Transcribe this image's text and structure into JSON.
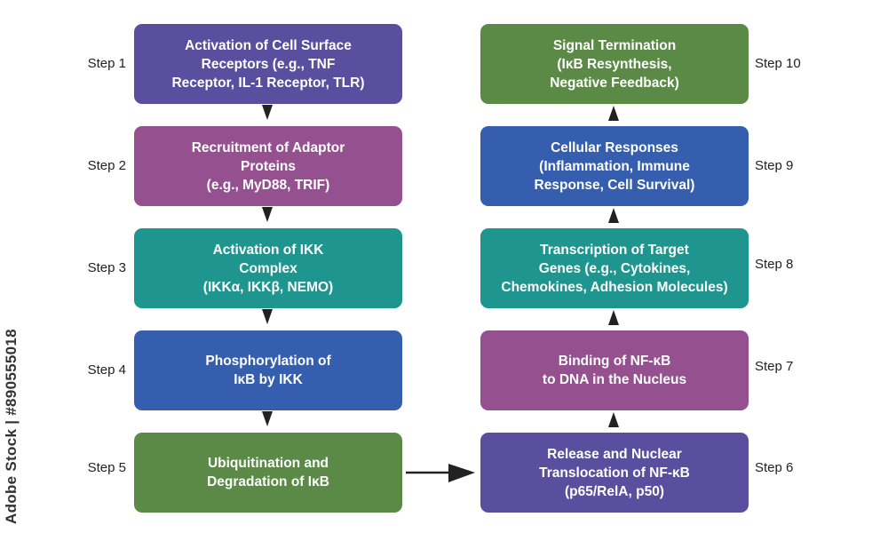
{
  "steps": [
    {
      "label": "Step 1",
      "lines": [
        "Activation of Cell Surface",
        "Receptors (e.g., TNF",
        "Receptor, IL-1 Receptor, TLR)"
      ],
      "color": "#5a4e9e"
    },
    {
      "label": "Step 2",
      "lines": [
        "Recruitment of Adaptor",
        "Proteins",
        "(e.g., MyD88, TRIF)"
      ],
      "color": "#94508f"
    },
    {
      "label": "Step 3",
      "lines": [
        "Activation of IKK",
        "Complex",
        "(IKKα, IKKβ, NEMO)"
      ],
      "color": "#1f958f"
    },
    {
      "label": "Step 4",
      "lines": [
        "Phosphorylation of",
        "IκB by IKK"
      ],
      "color": "#355fae"
    },
    {
      "label": "Step 5",
      "lines": [
        "Ubiquitination and",
        "Degradation of IκB"
      ],
      "color": "#5a8a46"
    },
    {
      "label": "Step 6",
      "lines": [
        "Release and Nuclear",
        "Translocation of NF-κB",
        "(p65/RelA, p50)"
      ],
      "color": "#5a4e9e"
    },
    {
      "label": "Step 7",
      "lines": [
        "Binding of NF-κB",
        "to DNA in the Nucleus"
      ],
      "color": "#94508f"
    },
    {
      "label": "Step 8",
      "lines": [
        "Transcription of Target",
        "Genes (e.g., Cytokines,",
        "Chemokines, Adhesion Molecules)"
      ],
      "color": "#1f958f"
    },
    {
      "label": "Step 9",
      "lines": [
        "Cellular Responses",
        "(Inflammation, Immune",
        "Response, Cell Survival)"
      ],
      "color": "#355fae"
    },
    {
      "label": "Step 10",
      "lines": [
        "Signal Termination",
        "(IκB Resynthesis,",
        "Negative Feedback)"
      ],
      "color": "#5a8a46"
    }
  ],
  "watermark": "Adobe Stock | #890555018"
}
